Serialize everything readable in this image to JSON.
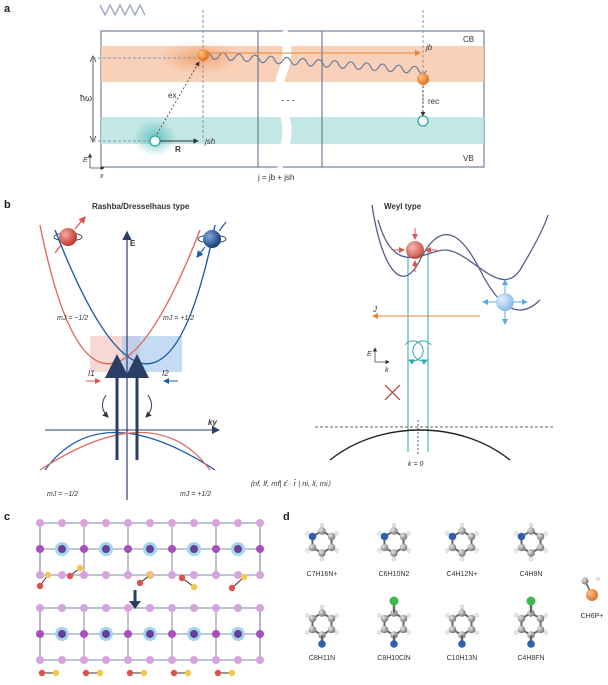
{
  "panels": {
    "a": {
      "label": "a",
      "cb": "CB",
      "vb": "VB",
      "hbar_omega": "ħω",
      "ex": "ex",
      "rec": "rec",
      "R": "R",
      "j_b": "jb",
      "j_sh": "jsh",
      "dashes": "- - -",
      "current_eq": "j = jb + jsh",
      "E": "E",
      "x": "x"
    },
    "b": {
      "label": "b",
      "rashba_title": "Rashba/Dresselhaus type",
      "weyl_title": "Weyl type",
      "E_axis": "E",
      "ky_axis": "ky",
      "mj_left_top": "mJ = −1/2",
      "mj_right_top": "mJ = +1/2",
      "mj_left_bottom": "mJ = −1/2",
      "mj_right_bottom": "mJ = +1/2",
      "I1": "I1",
      "I2": "I2",
      "matrix_element": "⟨nf, lf, mf| ε̂ · r̂ | ni, li, mi⟩",
      "weyl_J": "J",
      "weyl_E": "E",
      "weyl_k": "k",
      "weyl_k0": "k = 0"
    },
    "c": {
      "label": "c"
    },
    "d": {
      "label": "d",
      "molecules": [
        "C7H16N+",
        "C6H10N2",
        "C4H12N+",
        "C4H9N",
        "C8H11N",
        "C8H10ClN",
        "C10H13N",
        "C4H8FN",
        "CH6P+"
      ]
    }
  },
  "colors": {
    "cb_band": "#f6c6a6",
    "vb_band": "#b8e3e0",
    "electron": "#e8843a",
    "hole": "#2aa8a8",
    "spin_red": "#d9534f",
    "spin_blue": "#1f5fa6",
    "lattice_atom": "#cf8fd8",
    "lattice_center": "#6a3fa0"
  }
}
